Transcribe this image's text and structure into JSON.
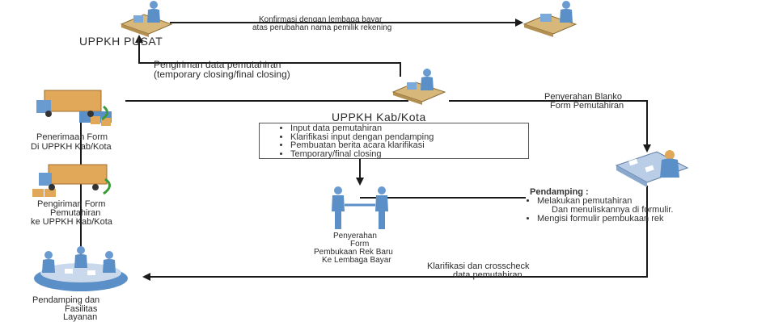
{
  "labels": {
    "uppkh_pusat": "UPPKH PUSAT",
    "konfirmasi_line1": "Konfirmasi dengan lembaga bayar",
    "konfirmasi_line2": "atas perubahan nama pemilik rekening",
    "pengiriman_line1": "Pengiriman data pemutahiran",
    "pengiriman_line2": "(temporary closing/final closing)",
    "uppkh_kab": "UPPKH Kab/Kota",
    "penyerahan_blanko_line1": "Penyerahan Blanko",
    "penyerahan_blanko_line2": "Form Pemutahiran",
    "penerimaan_line1": "Penerimaan Form",
    "penerimaan_line2": "Di UPPKH Kab/Kota",
    "pengiriman_form_line1": "Pengiriman Form",
    "pengiriman_form_line2": "Pemutahiran",
    "pengiriman_form_line3": "ke UPPKH Kab/Kota",
    "penyerahan_form_line1": "Penyerahan",
    "penyerahan_form_line2": "Form",
    "penyerahan_form_line3": "Pembukaan Rek Baru",
    "penyerahan_form_line4": "Ke Lembaga Bayar",
    "klarifikasi_line1": "Klarifikasi dan crosscheck",
    "klarifikasi_line2": "data pemutahiran",
    "pendamping_fasilitas_line1": "Pendamping dan",
    "pendamping_fasilitas_line2": "Fasilitas",
    "pendamping_fasilitas_line3": "Layanan"
  },
  "kab_tasks": [
    "Input data pemutahiran",
    "Klarifikasi input dengan pendamping",
    "Pembuatan berita acara klarifikasi",
    "Temporary/final closing"
  ],
  "pendamping": {
    "title": "Pendamping :",
    "items": [
      "Melakukan pemutahiran",
      "Dan menuliskannya di formulir.",
      "Mengisi formulir pembukaan rek"
    ]
  },
  "colors": {
    "person_blue": "#5b8fc7",
    "desk_tan": "#d7b77a",
    "box_orange": "#e2a85a",
    "arrow_green": "#3a9a3a",
    "line": "#1a1a1a"
  }
}
